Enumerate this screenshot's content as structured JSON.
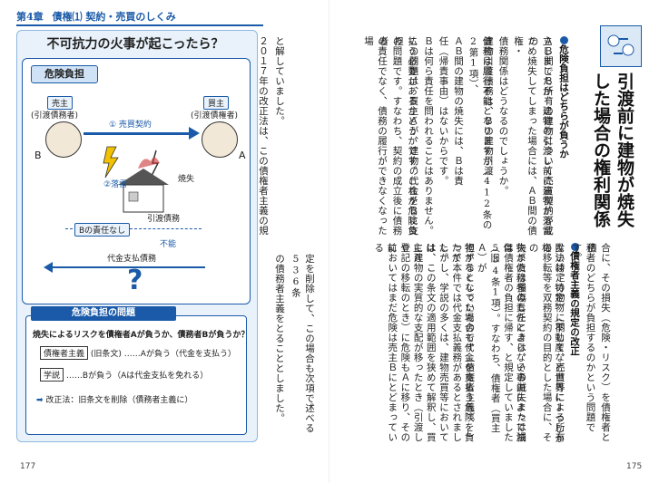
{
  "header": {
    "chapter": "第4章",
    "chapter_title": "債権⑴ 契約・売買のしくみ"
  },
  "diagram": {
    "title": "不可抗力の火事が起こったら？",
    "tab": "危険負担",
    "seller": "売主",
    "seller_role": "(引渡債務者)",
    "buyer": "買主",
    "buyer_role": "(引渡債権者)",
    "label_b": "B",
    "label_a": "A",
    "step1": "① 売買契約",
    "step2": "②落雷",
    "burn": "焼失",
    "delivery": "引渡債務",
    "b_fault": "Bの責任なし",
    "impossible": "不能",
    "payment": "代金支払債務",
    "question_mark": "?",
    "caption": "危険負担の問題",
    "question": "焼失によるリスクを債権者Aが負うか、債務者Bが負うか？",
    "doctrine1_tag": "債権者主義",
    "doctrine1_note": "(旧条文)",
    "doctrine1_text": "……Aが負う（代金を支払う）",
    "doctrine2_tag": "学説",
    "doctrine2_text": "……Bが負う（Aは代金支払を免れる）",
    "revision": "改正法：旧条文を削除（債務者主義に）"
  },
  "left_text": {
    "col1": "と解していました。",
    "col2": "２０１７年の改正法は、この債権者主義の規",
    "col3": "定を削除して、この場合も次項で述べる536条",
    "col4": "の債務者主義をとることとしました。"
  },
  "right_text": {
    "heading_l1": "引渡前に建物が焼失",
    "heading_l2": "した場合の権利関係",
    "sub1": "危険負担はどちらが負うか",
    "sub2": "債権者主義の規定の改正",
    "body": [
      "ＡＢ間でＢ所有の建物について売買契約が成",
      "立しましたが、建物の引渡し前に建物が落雷の",
      "ため焼失してしまった場合には、ＡＢ間の債権・",
      "債務関係はどうなるのでしょうか。",
      "建物引渡債務は、Ｂの建物引渡",
      "債務は履行不能となりますが（412条の2第1項）、",
      "ＡＢ間の建物の焼失には、Ｂは責",
      "任（帰責事由）はないからです。",
      "Ｂは何ら責任を問われることはありません。",
      "この問題は、買主Ａが、建物の代金をＢに支",
      "払う必要があるかどうかです。これが危険負担",
      "の問題です。すなわち、契約の成立後に債務者",
      "の責任でなく、債務の履行ができなくなった場"
    ],
    "body2": [
      "合に、その損失（危険・リスク）を債権者と債",
      "務者のどちらが負担するのかという問題です。",
      "民法は、特定物（不動産など世界に1つしか",
      "ない特定の物）に関して、売買等による所有権",
      "の移転等を双務契約の目的とした場合に、その",
      "物が債務者の責任によらない事由によって滅",
      "失または損傷したときは、その滅失または損傷",
      "は債権者の負担に帰す、と規定していました（旧",
      "534条1項）。すなわち、債権者（買主Ａ）が",
      "物がなくなった場合も代金を支払う危険を負",
      "担するとしていたのです（債権者主義）。したが",
      "って本件では代金支払義務があるとされました。",
      "しかし、学説の多くは、建物売買等においては",
      "は、この条文の適用範囲を狭めて解釈し、買主Ａ",
      "に建物の実質的な支配が移ったとき（引渡しや",
      "登記の移転のとき）に危険もＡに移り、その前",
      "においてはまだ危険は売主Ｂにとどまっている"
    ]
  },
  "pages": {
    "left": "177",
    "right": "175"
  },
  "colors": {
    "accent": "#1a5aa8"
  }
}
